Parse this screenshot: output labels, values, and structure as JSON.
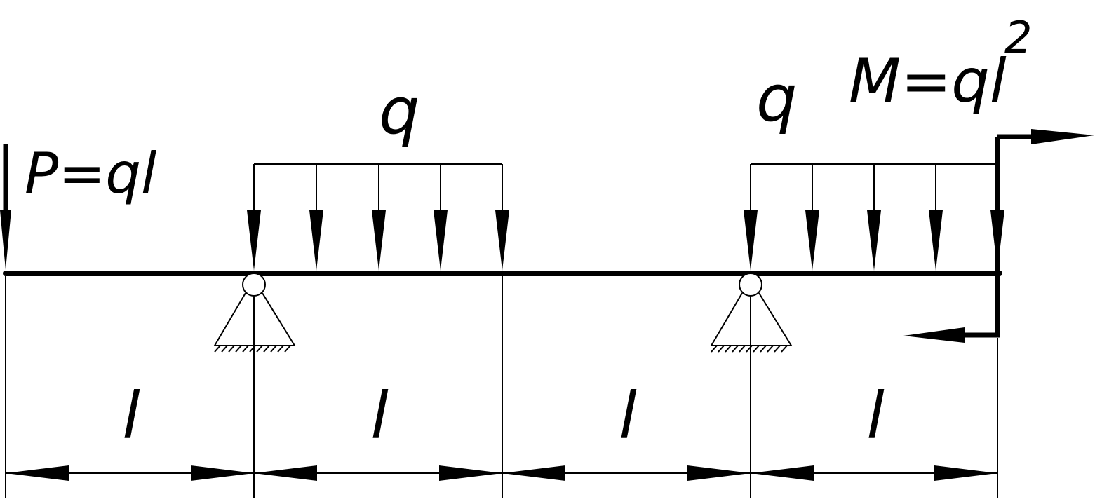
{
  "beam": {
    "point_load_label": "P=ql",
    "distributed_load_label_1": "q",
    "distributed_load_label_2": "q",
    "moment_label_base": "M=ql",
    "moment_label_exponent": "2",
    "span_labels": [
      "l",
      "l",
      "l",
      "l"
    ]
  },
  "colors": {
    "stroke": "#000000",
    "background": "#ffffff"
  }
}
